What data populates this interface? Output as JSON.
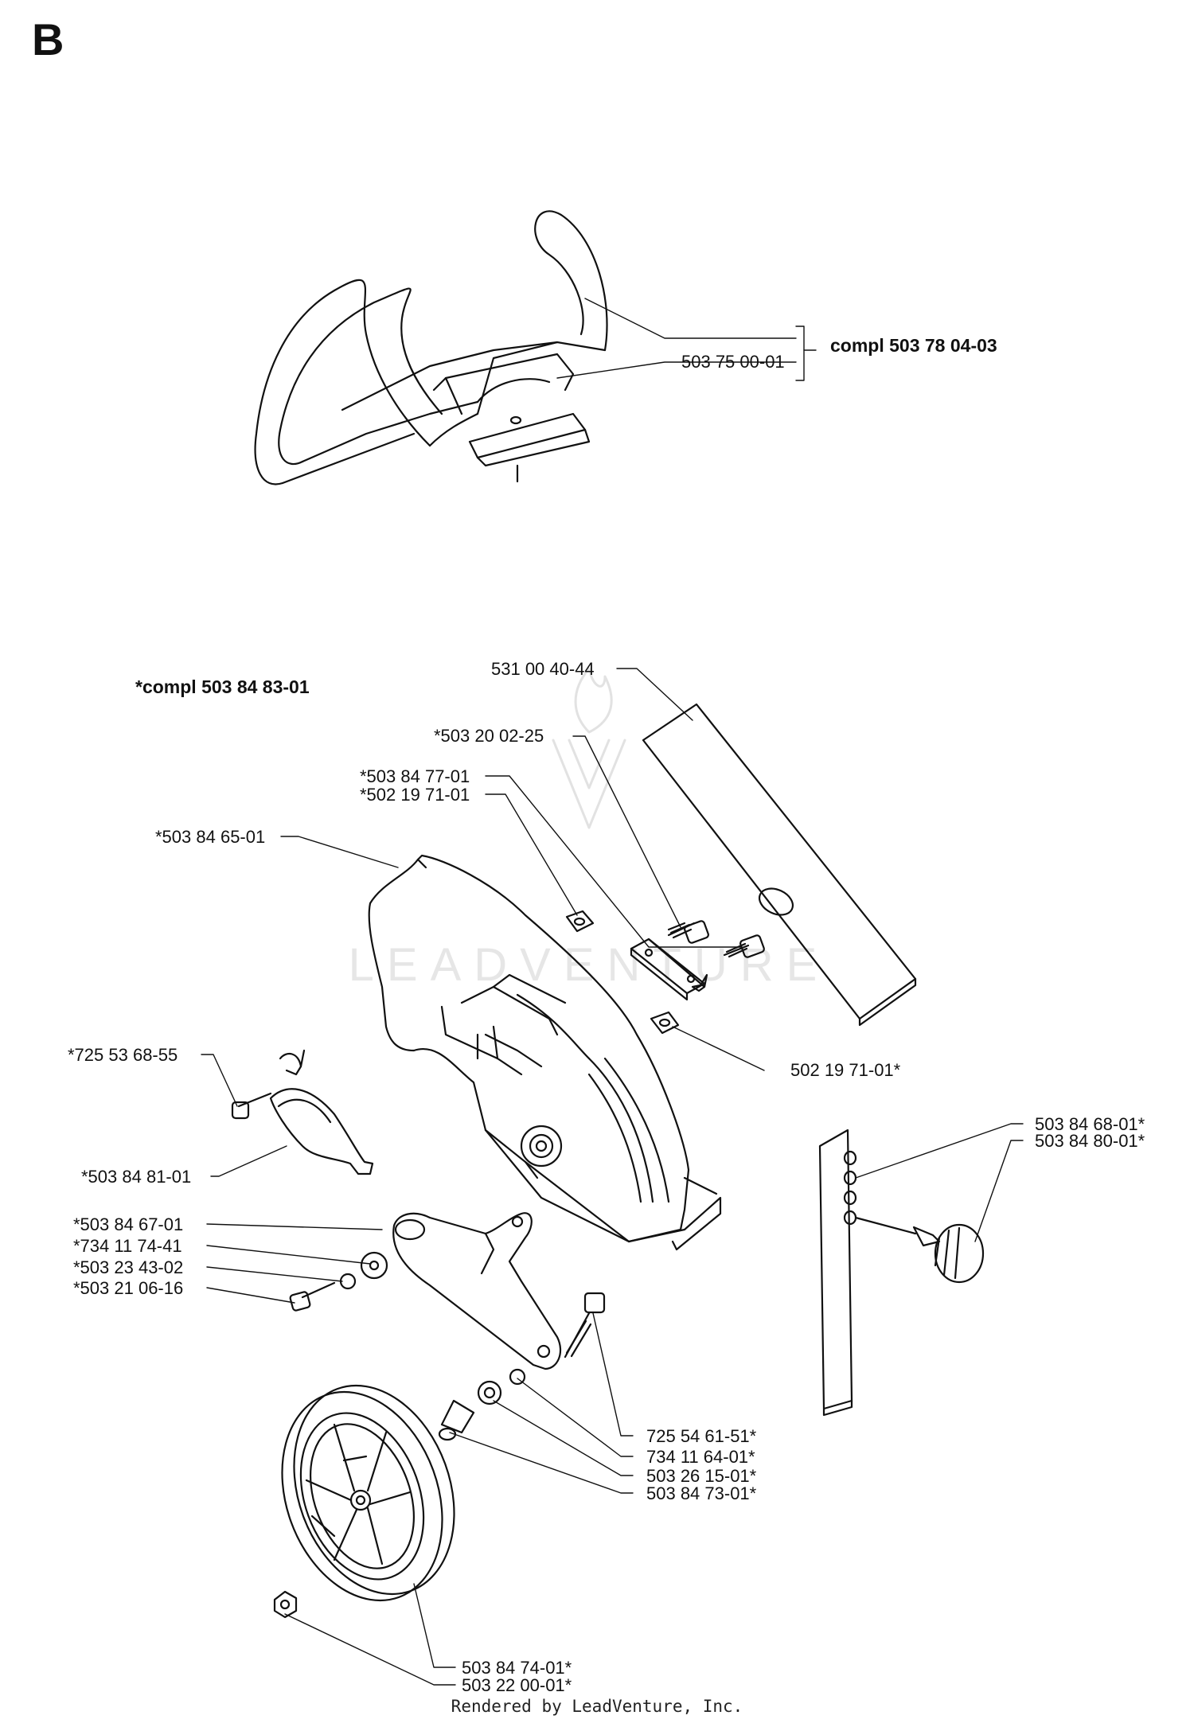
{
  "section_letter": "B",
  "top_assembly": {
    "compl_label": "compl 503 78 04-03",
    "part": "503 75 00-01"
  },
  "lower_assembly": {
    "compl_label": "*compl 503 84 83-01",
    "parts": {
      "blade": "531 00 40-44",
      "bolt_top": "*503 20 02-25",
      "plate": "*503 84 77-01",
      "nut_left": "*502 19 71-01",
      "guard": "*503 84 65-01",
      "nut_right": "502 19 71-01*",
      "clamp_screw": "*725 53 68-55",
      "clamp": "*503 84 81-01",
      "depth_plate": "503 84 68-01*",
      "knob": "503 84 80-01*",
      "arm": "*503 84 67-01",
      "washer_a": "*734 11 74-41",
      "washer_b": "*503 23 43-02",
      "arm_screw": "*503 21 06-16",
      "axle_bolt": "725 54 61-51*",
      "washer_c": "734 11 64-01*",
      "bearing": "503 26 15-01*",
      "sleeve": "503 84 73-01*",
      "wheel": "503 84 74-01*",
      "wheel_nut": "503 22 00-01*"
    }
  },
  "watermark": "LEADVENTURE",
  "footer": "Rendered by LeadVenture, Inc."
}
